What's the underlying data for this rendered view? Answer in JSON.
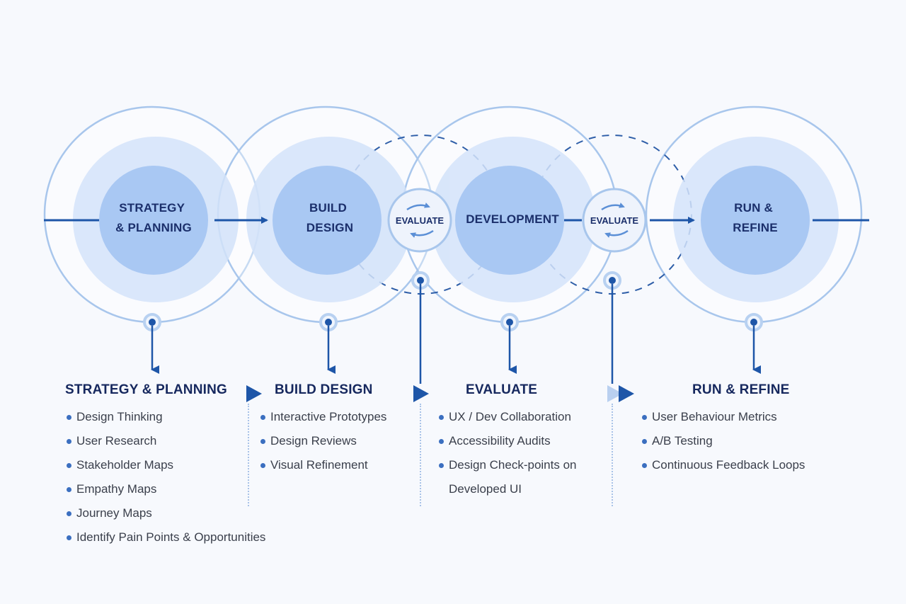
{
  "stages": [
    {
      "id": "strategy",
      "circle_lines": [
        "STRATEGY",
        "& PLANNING"
      ]
    },
    {
      "id": "build",
      "circle_lines": [
        "BUILD",
        "DESIGN"
      ]
    },
    {
      "id": "development",
      "circle_lines": [
        "DEVELOPMENT"
      ]
    },
    {
      "id": "run",
      "circle_lines": [
        "RUN &",
        "REFINE"
      ]
    }
  ],
  "evaluate_badges": [
    {
      "label": "EVALUATE"
    },
    {
      "label": "EVALUATE"
    }
  ],
  "columns": [
    {
      "title": "STRATEGY & PLANNING",
      "items": [
        "Design Thinking",
        "User Research",
        "Stakeholder Maps",
        "Empathy Maps",
        "Journey Maps",
        "Identify Pain Points & Opportunities"
      ]
    },
    {
      "title": "BUILD DESIGN",
      "items": [
        "Interactive Prototypes",
        "Design Reviews",
        "Visual Refinement"
      ]
    },
    {
      "title": "EVALUATE",
      "items": [
        "UX / Dev Collaboration",
        "Accessibility Audits",
        "Design Check-points on",
        "Developed UI"
      ]
    },
    {
      "title": "RUN & REFINE",
      "items": [
        "User Behaviour Metrics",
        "A/B Testing",
        "Continuous Feedback Loops"
      ]
    }
  ],
  "colors": {
    "primary": "#1e56a8",
    "text_dark": "#16285e",
    "ring": "#a8c6ec",
    "inner": "#a9c8f3",
    "mid": "#d3e3fa"
  }
}
